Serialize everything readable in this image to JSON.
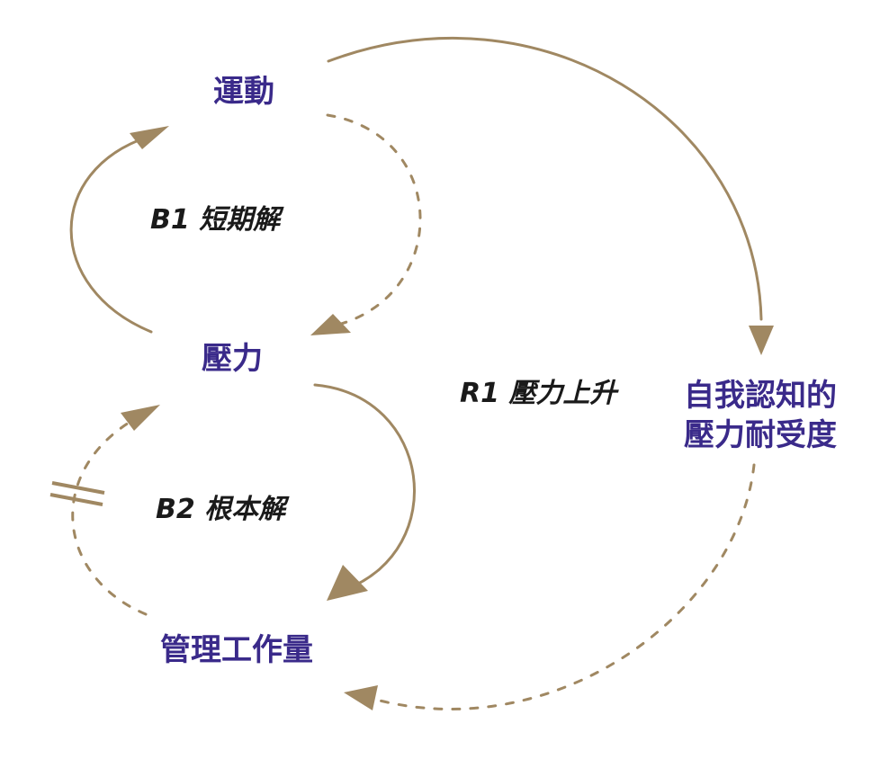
{
  "colors": {
    "node_text": "#3a2a8a",
    "loop_text": "#1a1a1a",
    "link": "#a08862"
  },
  "nodes": {
    "exercise": "運動",
    "stress": "壓力",
    "workload": "管理工作量",
    "tolerance_line1": "自我認知的",
    "tolerance_line2": "壓力耐受度"
  },
  "loops": {
    "b1": "B1 短期解",
    "b2": "B2 根本解",
    "r1": "R1 壓力上升"
  },
  "links": [
    {
      "from": "stress",
      "to": "exercise",
      "style": "solid"
    },
    {
      "from": "exercise",
      "to": "stress",
      "style": "dashed"
    },
    {
      "from": "stress",
      "to": "workload",
      "style": "solid"
    },
    {
      "from": "workload",
      "to": "stress",
      "style": "dashed",
      "delay": true
    },
    {
      "from": "exercise",
      "to": "tolerance",
      "style": "solid"
    },
    {
      "from": "tolerance",
      "to": "workload",
      "style": "dashed"
    }
  ]
}
